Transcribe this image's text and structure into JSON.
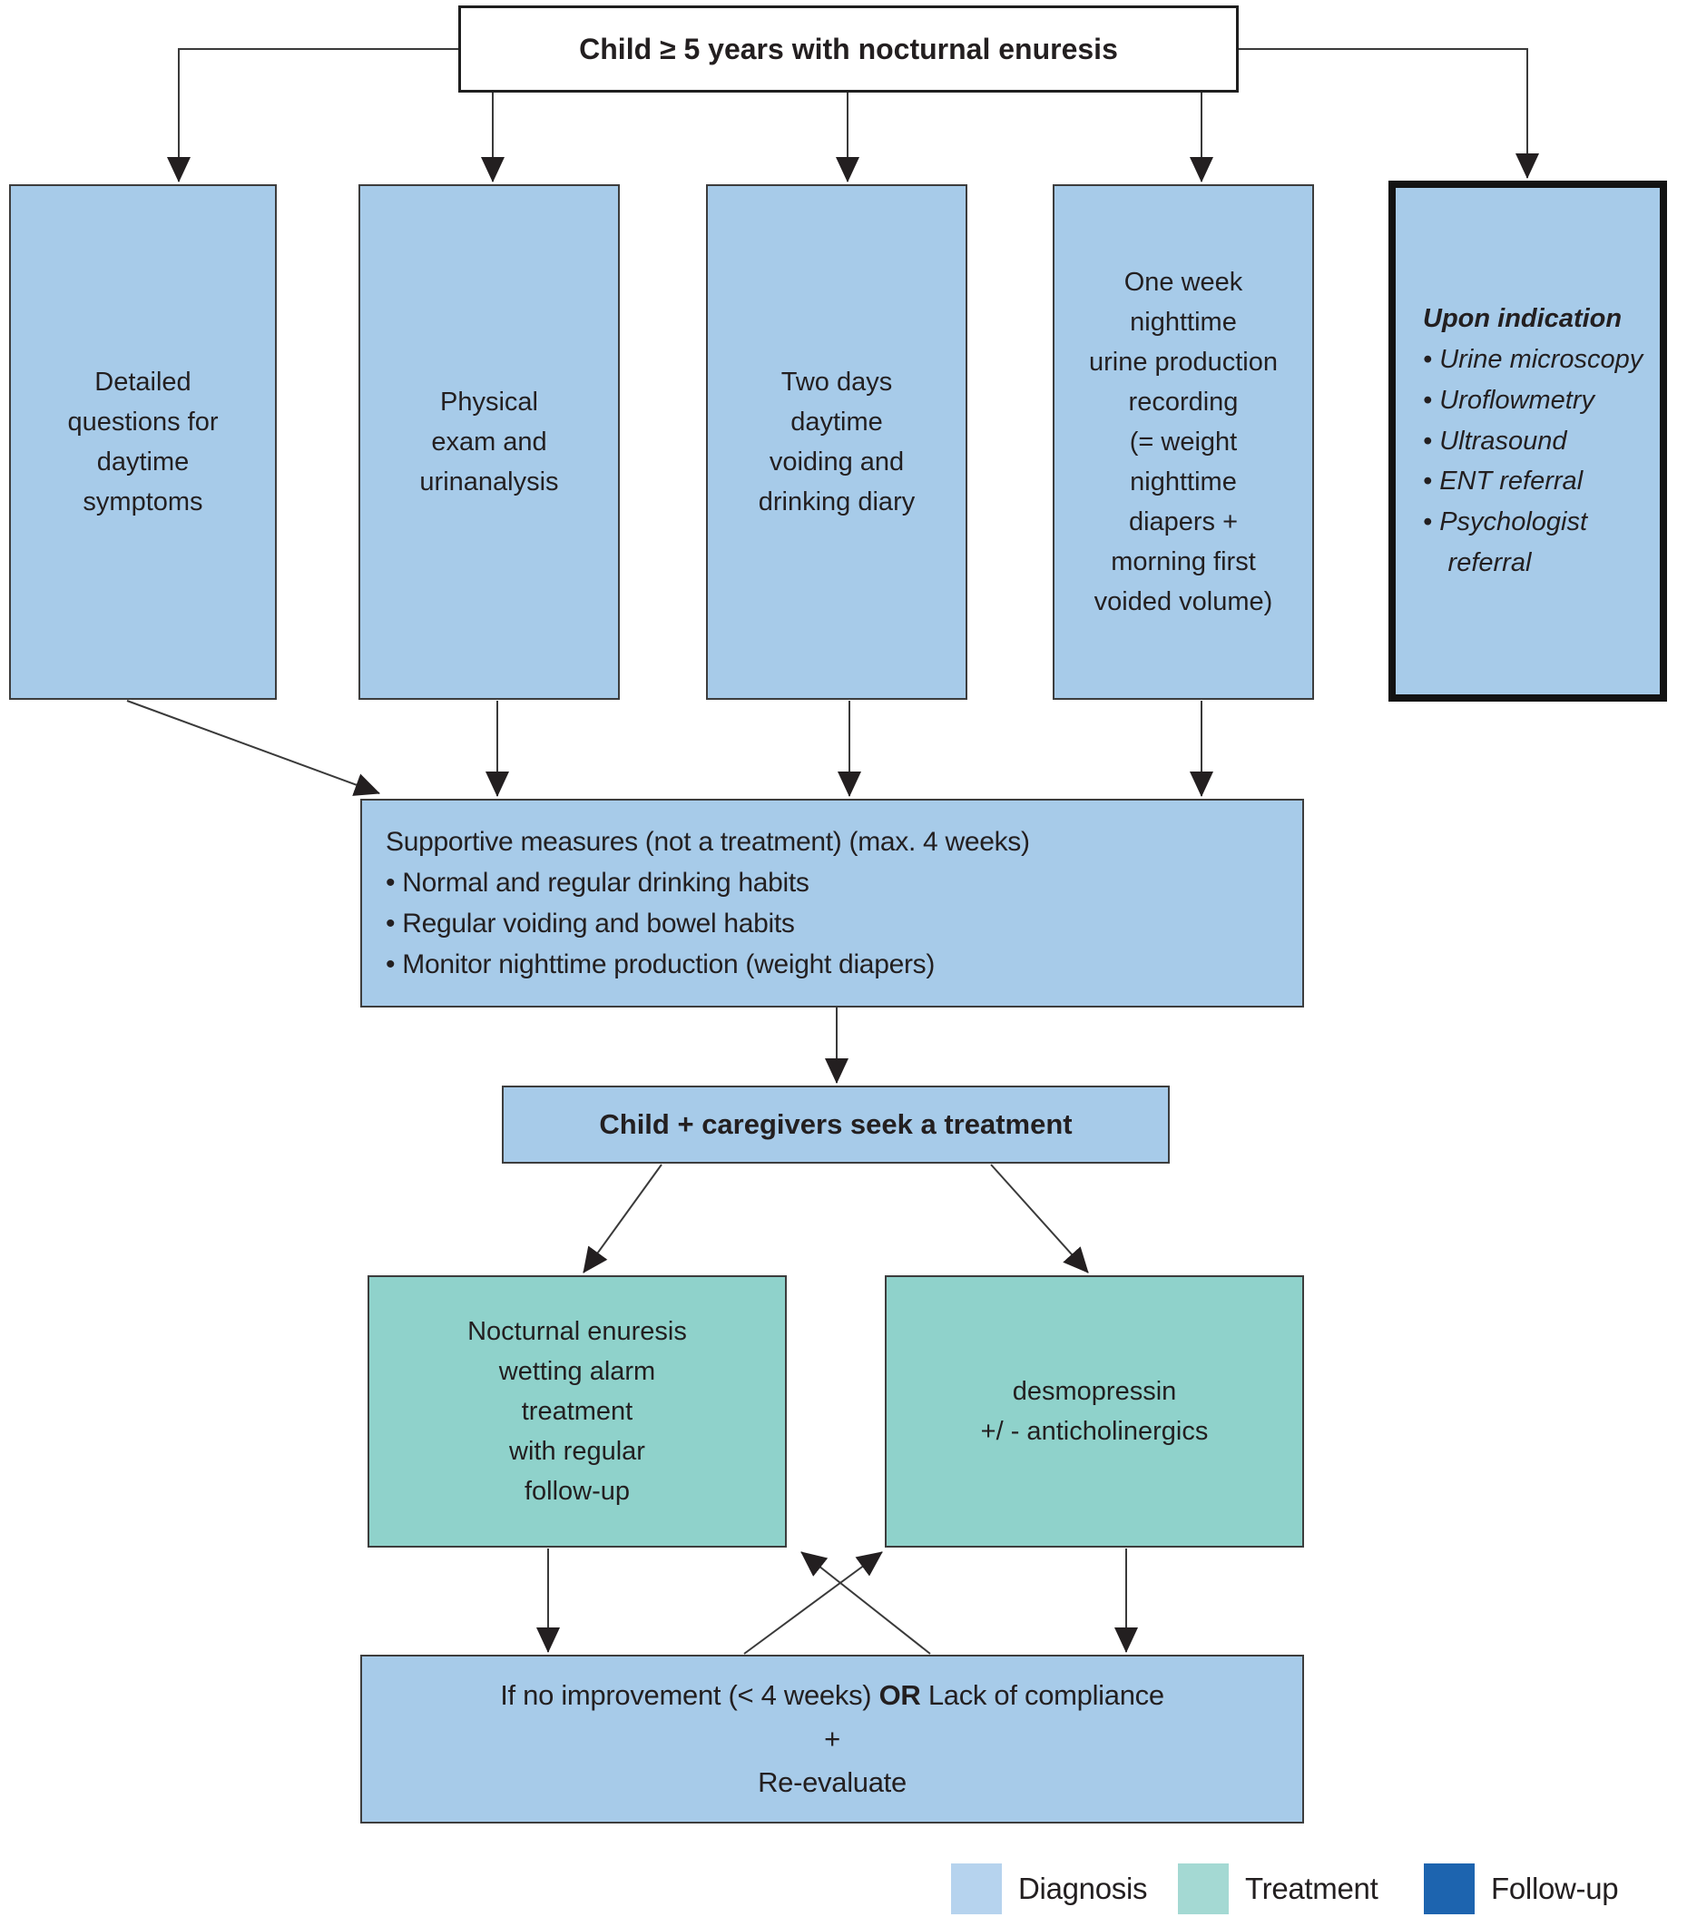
{
  "palette": {
    "diagnosis_fill": "#a7cbe9",
    "treatment_fill": "#8fd2cb",
    "followup_fill": "#1d64af",
    "legend_diagnosis": "#b6d3ee",
    "legend_treatment": "#a4d9d3",
    "line": "#3a3a3a",
    "text": "#231f20"
  },
  "nodes": {
    "start": {
      "label": "Child ≥ 5 years with nocturnal enuresis"
    },
    "detailed_questions": {
      "label": "Detailed\nquestions for\ndaytime\nsymptoms"
    },
    "physical_exam": {
      "label": "Physical\nexam and\nurinanalysis"
    },
    "voiding_diary": {
      "label": "Two days\ndaytime\nvoiding and\ndrinking diary"
    },
    "nighttime_recording": {
      "label": "One week\nnighttime\nurine production\nrecording\n(= weight\nnighttime\ndiapers +\nmorning first\nvoided volume)"
    },
    "upon_indication": {
      "title": "Upon indication",
      "items": [
        "Urine microscopy",
        "Uroflowmetry",
        "Ultrasound",
        "ENT referral",
        "Psychologist referral"
      ]
    },
    "supportive_measures": {
      "title": "Supportive measures (not a treatment) (max. 4 weeks)",
      "items": [
        "Normal and regular drinking habits",
        "Regular voiding and bowel habits",
        "Monitor nighttime production (weight diapers)"
      ]
    },
    "seek_treatment": {
      "label": "Child + caregivers seek a treatment"
    },
    "alarm_treatment": {
      "label": "Nocturnal enuresis\nwetting alarm\ntreatment\nwith regular\nfollow-up"
    },
    "desmopressin": {
      "label": "desmopressin\n+/ - anticholinergics"
    },
    "re_evaluate": {
      "line1_prefix": "If no improvement (< 4 weeks) ",
      "line1_bold": "OR",
      "line1_suffix": " Lack of compliance",
      "line2": "+",
      "line3": "Re-evaluate"
    }
  },
  "legend": {
    "diagnosis_label": "Diagnosis",
    "treatment_label": "Treatment",
    "followup_label": "Follow-up"
  }
}
